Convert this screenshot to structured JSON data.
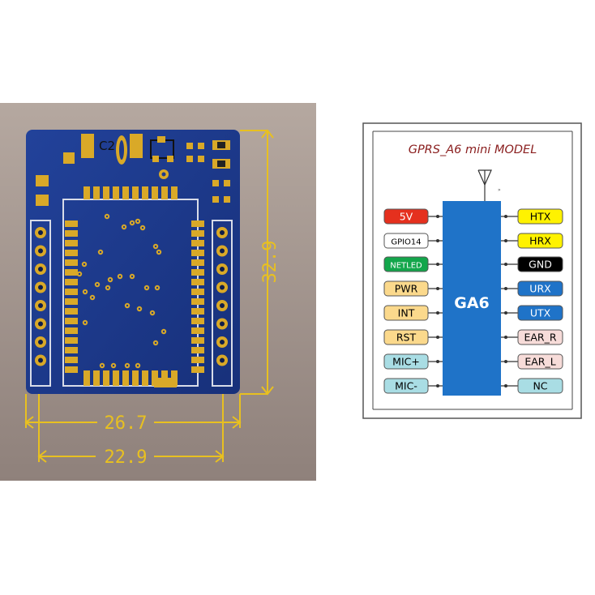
{
  "pcb": {
    "silkscreen_label": "C2",
    "dimensions": {
      "height": "32.9",
      "width_outer": "26.7",
      "width_inner": "22.9"
    },
    "colors": {
      "background": "#a39690",
      "board": "#1d3a8c",
      "pad": "#d9a928",
      "dimension_line": "#e8c020"
    }
  },
  "pinout": {
    "title": "GPRS_A6 mini MODEL",
    "chip_label": "GA6",
    "antenna_label": "»",
    "chip_color": "#1f73c8",
    "left_pins": [
      {
        "label": "5V",
        "color": "#e5301e",
        "text_color": "#ffffff"
      },
      {
        "label": "GPIO14",
        "color": "#ffffff",
        "text_color": "#000000"
      },
      {
        "label": "NETLED",
        "color": "#13a64b",
        "text_color": "#ffffff"
      },
      {
        "label": "PWR",
        "color": "#fbd98c",
        "text_color": "#000000"
      },
      {
        "label": "INT",
        "color": "#fbd98c",
        "text_color": "#000000"
      },
      {
        "label": "RST",
        "color": "#fbd98c",
        "text_color": "#000000"
      },
      {
        "label": "MIC+",
        "color": "#a9dde4",
        "text_color": "#000000"
      },
      {
        "label": "MIC-",
        "color": "#a9dde4",
        "text_color": "#000000"
      }
    ],
    "right_pins": [
      {
        "label": "HTX",
        "color": "#fff200",
        "text_color": "#000000"
      },
      {
        "label": "HRX",
        "color": "#fff200",
        "text_color": "#000000"
      },
      {
        "label": "GND",
        "color": "#000000",
        "text_color": "#ffffff"
      },
      {
        "label": "URX",
        "color": "#1f73c8",
        "text_color": "#ffffff"
      },
      {
        "label": "UTX",
        "color": "#1f73c8",
        "text_color": "#ffffff"
      },
      {
        "label": "EAR_R",
        "color": "#f7dcd9",
        "text_color": "#000000"
      },
      {
        "label": "EAR_L",
        "color": "#f7dcd9",
        "text_color": "#000000"
      },
      {
        "label": "NC",
        "color": "#a9dde4",
        "text_color": "#000000"
      }
    ]
  }
}
